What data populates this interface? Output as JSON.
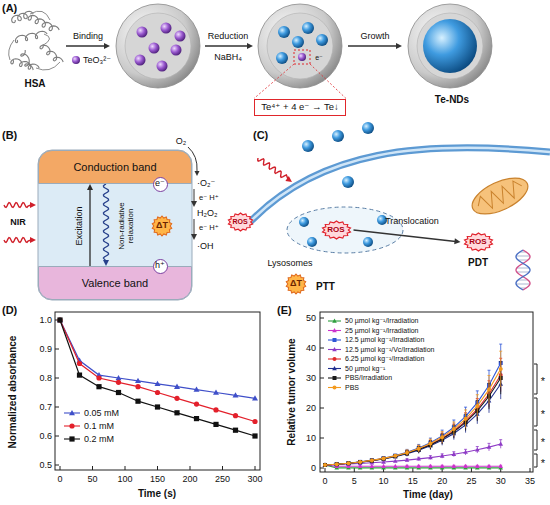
{
  "diagram": {
    "nodes": [
      {
        "text": [
          "Te⁴⁺ + 4 e⁻ → Te↓"
        ]
      },
      {
        "text": [
          "Conduction band"
        ]
      },
      {
        "text": [
          "Valence band"
        ]
      },
      {
        "text": [
          "e⁻"
        ]
      },
      {
        "text": [
          "h⁺"
        ]
      },
      {
        "text": [
          "ΔT"
        ]
      },
      {
        "text": [
          "ROS"
        ]
      },
      {
        "text": [
          "ROS"
        ]
      },
      {
        "text": [
          "ΔT"
        ]
      },
      {
        "text": [
          "ROS"
        ]
      }
    ],
    "edges": [
      {
        "from": 2,
        "to": 1,
        "arrow": "to",
        "label": "Excitation"
      },
      {
        "from": 1,
        "to": 2,
        "arrow": "to",
        "label": "Non-radiative relaxation"
      },
      {
        "from": 7,
        "to": 9,
        "arrow": "to",
        "label": "Translocation"
      }
    ],
    "labels": [
      "(A)",
      "HSA",
      "Binding",
      "TeO₃²⁻",
      "Reduction",
      "NaBH₄",
      "Growth",
      "Te-NDs",
      "e⁻",
      "(B)",
      "NIR",
      "O₂",
      "·O₂⁻",
      "e⁻ H⁺",
      "H₂O₂",
      "e⁻ H⁺",
      "·OH",
      "(C)",
      "Lysosomes",
      "PTT",
      "PDT",
      "(D)",
      "Normalized absorbance",
      "1.0",
      "0.9",
      "0.8",
      "0.7",
      "0.6",
      "0.5",
      "0",
      "50",
      "100",
      "150",
      "200",
      "250",
      "300",
      "Time (s)",
      "(E)",
      "Relative tumor volume",
      "0",
      "10",
      "20",
      "30",
      "40",
      "50",
      "0",
      "5",
      "10",
      "15",
      "20",
      "25",
      "30",
      "35",
      "Time (day)",
      "*",
      "*",
      "*",
      "*"
    ],
    "legend": [
      {
        "text": "0.05 mM"
      },
      {
        "text": "0.1 mM"
      },
      {
        "text": "0.2 mM"
      },
      {
        "text": "50 µmol kg⁻¹/Irradiation"
      },
      {
        "text": "25 µmol kg⁻¹/Irradiation"
      },
      {
        "text": "12.5 µmol kg⁻¹/Irradiation"
      },
      {
        "text": "12.5 µmol kg⁻¹/Vc/Irradiation"
      },
      {
        "text": "6.25 µmol kg⁻¹/Irradiation"
      },
      {
        "text": "50 µmol kg⁻¹"
      },
      {
        "text": "PBS/Irradiation"
      },
      {
        "text": "PBS"
      }
    ]
  }
}
